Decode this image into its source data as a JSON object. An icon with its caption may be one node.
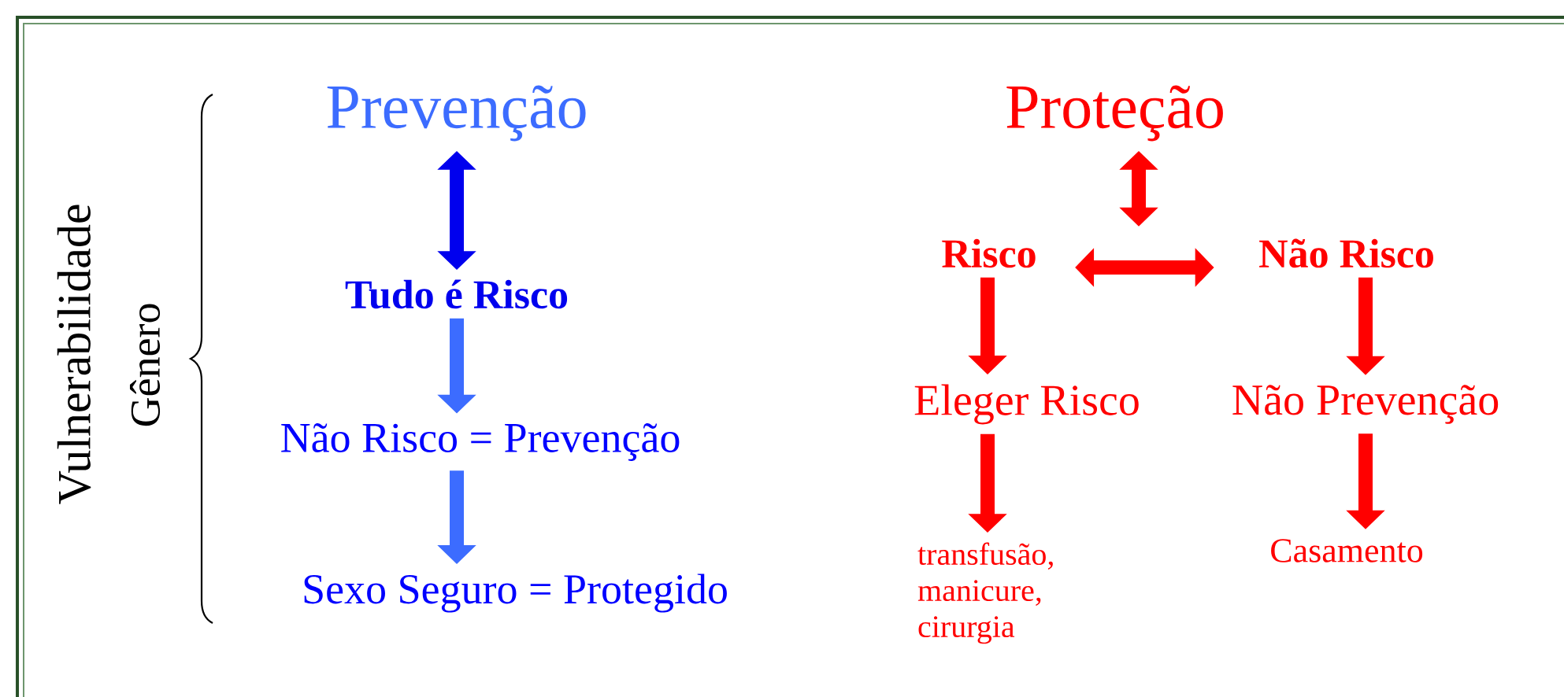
{
  "diagram": {
    "nodes": [
      {
        "text": [
          "Prevenção"
        ]
      },
      {
        "text": [
          "Tudo é Risco"
        ]
      },
      {
        "text": [
          "Não Risco = Prevenção"
        ]
      },
      {
        "text": [
          "Sexo Seguro = Protegido"
        ]
      },
      {
        "text": [
          "Proteção"
        ]
      },
      {
        "text": [
          "Risco"
        ]
      },
      {
        "text": [
          "Não Risco"
        ]
      },
      {
        "text": [
          "Eleger Risco"
        ]
      },
      {
        "text": [
          "Não Prevenção"
        ]
      },
      {
        "text": [
          "transfusão, manicure, cirurgia"
        ]
      },
      {
        "text": [
          "Casamento"
        ]
      }
    ],
    "edges": [
      {
        "from": 0,
        "to": 1,
        "arrow": "both",
        "color": "#0000ee"
      },
      {
        "from": 1,
        "to": 2,
        "arrow": "to",
        "color": "#3c6cff"
      },
      {
        "from": 2,
        "to": 3,
        "arrow": "to",
        "color": "#3c6cff"
      },
      {
        "from": 4,
        "to": null,
        "arrow": "both"
      },
      {
        "from": 5,
        "to": 6,
        "arrow": "both"
      },
      {
        "from": 5,
        "to": 7,
        "arrow": "to"
      },
      {
        "from": 7,
        "to": 9,
        "arrow": "to"
      },
      {
        "from": 6,
        "to": 8,
        "arrow": "to"
      },
      {
        "from": 8,
        "to": 10,
        "arrow": "to"
      }
    ],
    "labels": [
      "Vulnerabilidade",
      "Gênero"
    ]
  }
}
